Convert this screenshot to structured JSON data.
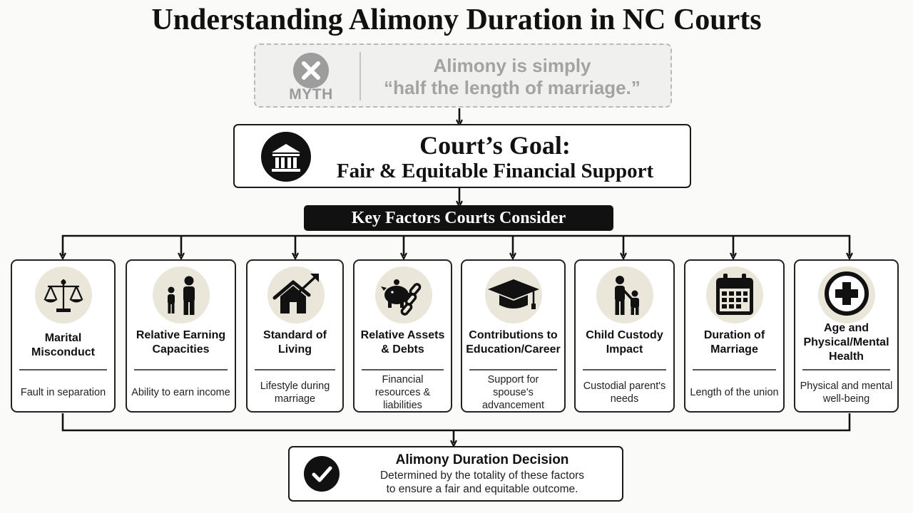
{
  "title": "Understanding Alimony Duration in NC Courts",
  "myth": {
    "label": "MYTH",
    "icon": "x-circle-icon",
    "text_line1": "Alimony is simply",
    "text_line2": "“half the length of marriage.”"
  },
  "goal": {
    "icon": "courthouse-icon",
    "title": "Court’s Goal:",
    "subtitle": "Fair & Equitable Financial Support"
  },
  "key_factors_heading": "Key Factors Courts Consider",
  "factors": [
    {
      "icon": "scales-icon",
      "title": "Marital Misconduct",
      "desc": "Fault in separation"
    },
    {
      "icon": "people-icon",
      "title": "Relative Earning Capacities",
      "desc": "Ability to earn income"
    },
    {
      "icon": "house-growth-icon",
      "title": "Standard of Living",
      "desc": "Lifestyle during marriage"
    },
    {
      "icon": "piggy-bank-chain-icon",
      "title": "Relative Assets & Debts",
      "desc": "Financial resources & liabilities"
    },
    {
      "icon": "graduation-cap-icon",
      "title": "Contributions to Education/Career",
      "desc": "Support for spouse's advancement"
    },
    {
      "icon": "parent-child-icon",
      "title": "Child Custody Impact",
      "desc": "Custodial parent's needs"
    },
    {
      "icon": "calendar-icon",
      "title": "Duration of Marriage",
      "desc": "Length of the union"
    },
    {
      "icon": "medical-cross-icon",
      "title": "Age and Physical/Mental Health",
      "desc": "Physical and mental well-being"
    }
  ],
  "decision": {
    "icon": "checkmark-icon",
    "title": "Alimony Duration Decision",
    "text_line1": "Determined by the totality of these factors",
    "text_line2": "to ensure a fair and equitable outcome."
  },
  "colors": {
    "ink": "#111111",
    "icon_background": "#ebe6da",
    "myth_gray": "#a3a3a3"
  }
}
